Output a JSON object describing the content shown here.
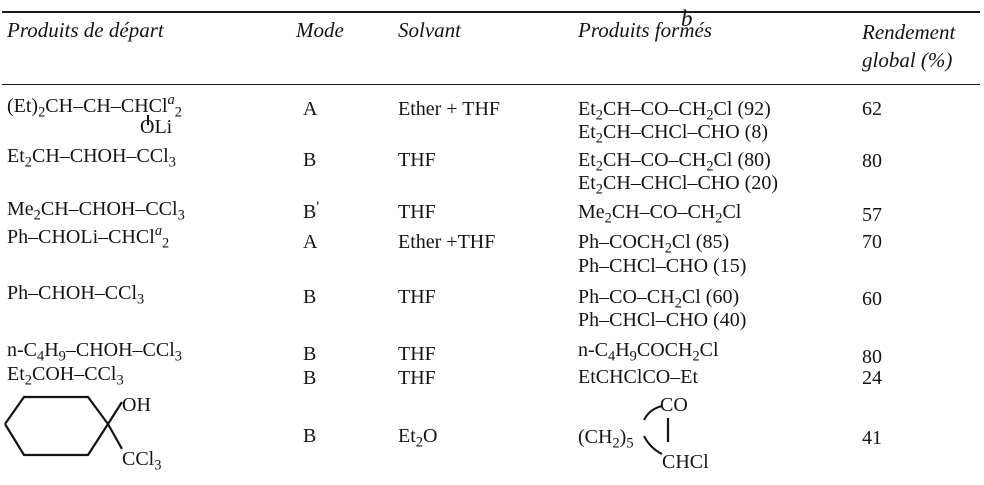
{
  "headers": {
    "start": "Produits de départ",
    "mode": "Mode",
    "solvent": "Solvant",
    "formed": "Produits formés",
    "formed_note": "b",
    "yield_line1": "Rendement",
    "yield_line2": "global (%)"
  },
  "rows": [
    {
      "start_html": "(Et)<sub>2</sub>CH–CH–CHCl<sup>a</sup><sub>2</sub>",
      "start_sub": "OLi",
      "mode": "A",
      "solvent": "Ether + THF",
      "products_html": [
        "Et<sub>2</sub>CH–CO–CH<sub>2</sub>Cl (92)",
        "Et<sub>2</sub>CH–CHCl–CHO (8)"
      ],
      "yield": "62"
    },
    {
      "start_html": "Et<sub>2</sub>CH–CHOH–CCl<sub>3</sub>",
      "mode": "B",
      "solvent": "THF",
      "products_html": [
        "Et<sub>2</sub>CH–CO–CH<sub>2</sub>Cl (80)",
        "Et<sub>2</sub>CH–CHCl–CHO (20)"
      ],
      "yield": "80"
    },
    {
      "start_html": "Me<sub>2</sub>CH–CHOH–CCl<sub>3</sub>",
      "mode": "B",
      "mode_mark": "'",
      "solvent": "THF",
      "products_html": [
        "Me<sub>2</sub>CH–CO–CH<sub>2</sub>Cl"
      ],
      "yield": "57"
    },
    {
      "start_html": "Ph–CHOLi–CHCl<sup>a</sup><sub>2</sub>",
      "mode": "A",
      "solvent": "Ether +THF",
      "products_html": [
        "Ph–COCH<sub>2</sub>Cl (85)",
        "Ph–CHCl–CHO (15)"
      ],
      "yield": "70"
    },
    {
      "start_html": "Ph–CHOH–CCl<sub>3</sub>",
      "mode": "B",
      "solvent": "THF",
      "products_html": [
        "Ph–CO–CH<sub>2</sub>Cl (60)",
        "Ph–CHCl–CHO (40)"
      ],
      "yield": "60"
    },
    {
      "start_html": "n-C<sub>4</sub>H<sub>9</sub>–CHOH–CCl<sub>3</sub>",
      "mode": "B",
      "solvent": "THF",
      "products_html": [
        "n-C<sub>4</sub>H<sub>9</sub>COCH<sub>2</sub>Cl"
      ],
      "yield": "80"
    },
    {
      "start_html": "Et<sub>2</sub>COH–CCl<sub>3</sub>",
      "mode": "B",
      "solvent": "THF",
      "products_html": [
        "EtCHClCO–Et"
      ],
      "yield": "24"
    },
    {
      "start_oh": "OH",
      "start_ccl3_html": "CCl<sub>3</sub>",
      "mode": "B",
      "solvent_html": "Et<sub>2</sub>O",
      "prod_co": "CO",
      "prod_ch2_html": "(CH<sub>2</sub>)<sub>5</sub>",
      "prod_chcl": "CHCl",
      "yield": "41"
    }
  ]
}
